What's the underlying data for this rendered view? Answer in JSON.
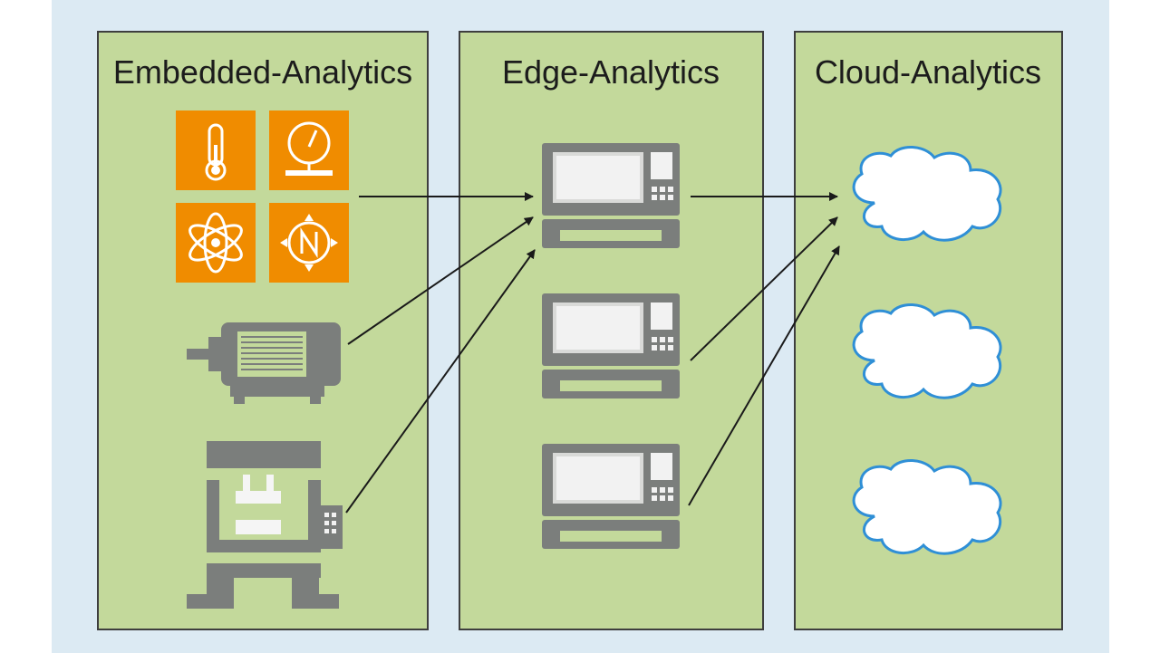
{
  "diagram": {
    "colors": {
      "background": "#dceaf3",
      "panel_fill": "#c3d99b",
      "panel_border": "#3e3e3e",
      "sensor_orange": "#f08c00",
      "machine_gray": "#7b7e7c",
      "cloud_outline": "#2f8fd6",
      "arrow": "#1a1a1a"
    },
    "panels": [
      {
        "id": "embedded",
        "title": "Embedded-Analytics",
        "items": [
          "thermometer-icon",
          "pressure-gauge-icon",
          "atom-icon",
          "compass-icon",
          "electric-motor-icon",
          "press-machine-icon"
        ]
      },
      {
        "id": "edge",
        "title": "Edge-Analytics",
        "items": [
          "edge-device-icon",
          "edge-device-icon",
          "edge-device-icon"
        ]
      },
      {
        "id": "cloud",
        "title": "Cloud-Analytics",
        "items": [
          "cloud-icon",
          "cloud-icon",
          "cloud-icon"
        ]
      }
    ],
    "connections": [
      {
        "from": "sensors",
        "to": "edge-device-1"
      },
      {
        "from": "electric-motor",
        "to": "edge-device-1"
      },
      {
        "from": "press-machine",
        "to": "edge-device-1"
      },
      {
        "from": "edge-device-1",
        "to": "cloud-1"
      },
      {
        "from": "edge-device-2",
        "to": "cloud-1"
      },
      {
        "from": "edge-device-3",
        "to": "cloud-1"
      }
    ]
  }
}
